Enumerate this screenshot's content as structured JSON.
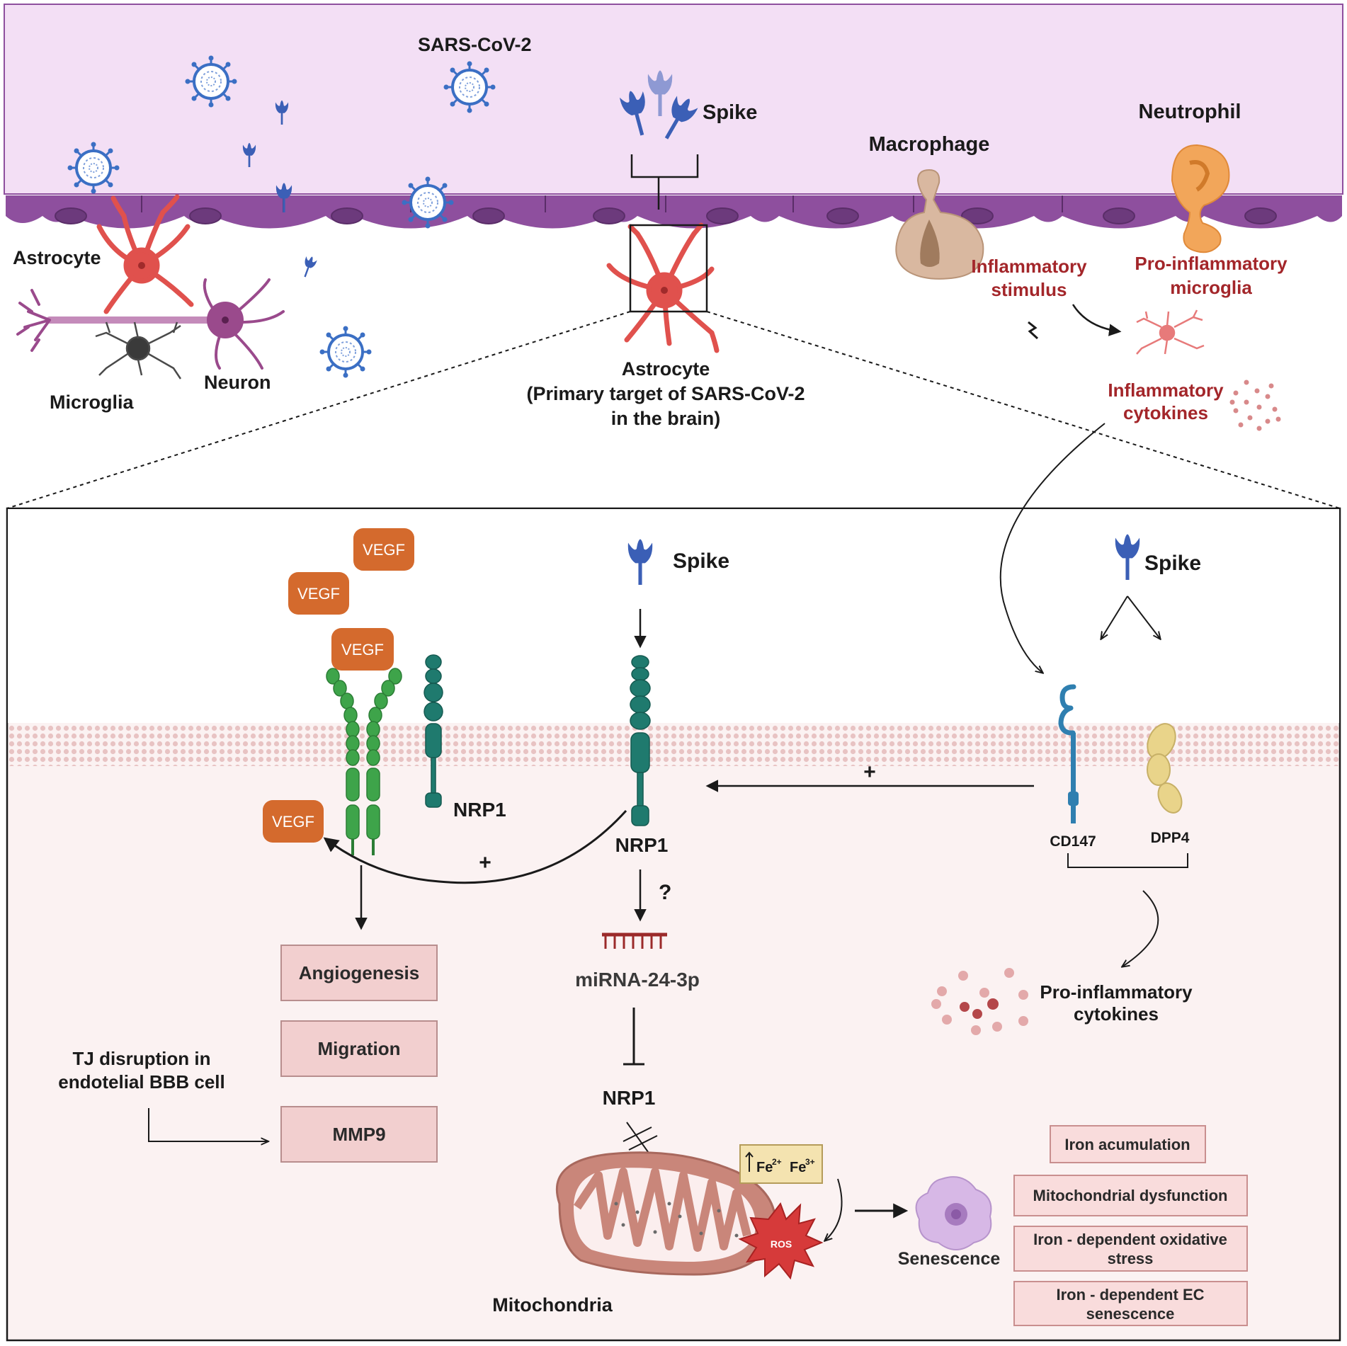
{
  "labels": {
    "sars_cov2": "SARS-CoV-2",
    "spike_top": "Spike",
    "macrophage": "Macrophage",
    "neutrophil": "Neutrophil",
    "astrocyte_left": "Astrocyte",
    "microglia": "Microglia",
    "neuron": "Neuron",
    "astrocyte_center_line1": "Astrocyte",
    "astrocyte_center_line2": "(Primary target of SARS-CoV-2",
    "astrocyte_center_line3": "in the brain)",
    "inflammatory_stimulus_line1": "Inflammatory",
    "inflammatory_stimulus_line2": "stimulus",
    "pro_inflammatory_microglia_line1": "Pro-inflammatory",
    "pro_inflammatory_microglia_line2": "microglia",
    "inflammatory_cytokines_line1": "Inflammatory",
    "inflammatory_cytokines_line2": "cytokines",
    "spike_center": "Spike",
    "spike_right": "Spike",
    "vegf": "VEGF",
    "nrp1_left": "NRP1",
    "nrp1_center": "NRP1",
    "nrp1_lower": "NRP1",
    "cd147": "CD147",
    "dpp4": "DPP4",
    "plus_left": "+",
    "plus_right": "+",
    "question": "?",
    "mirna": "miRNA-24-3p",
    "pro_cytokines_line1": "Pro-inflammatory",
    "pro_cytokines_line2": "cytokines",
    "tj_line1": "TJ disruption in",
    "tj_line2": "endotelial BBB cell",
    "fe_label": "Fe",
    "fe2_sup": "2+",
    "fe3_label": "Fe",
    "fe3_sup": "3+",
    "ros": "ROS",
    "senescence": "Senescence",
    "mitochondria": "Mitochondria"
  },
  "outcome_boxes": [
    "Angiogenesis",
    "Migration",
    "MMP9"
  ],
  "iron_boxes": {
    "iron_accumulation": "Iron acumulation",
    "mito_dysfunction": "Mitochondrial dysfunction",
    "oxidative_line1": "Iron - dependent oxidative",
    "oxidative_line2": "stress",
    "ec_line1": "Iron - dependent EC",
    "ec_line2": "senescence"
  },
  "colors": {
    "lumen": "#f3dff5",
    "endothelium": "#8e4f9e",
    "endothelium_nucleus": "#6c3a7c",
    "astrocyte": "#e0514d",
    "virus": "#3b6fc4",
    "spike": "#3b5fb6",
    "macrophage": "#d9b8a0",
    "neutrophil": "#f2a65a",
    "vegf": "#d46a2d",
    "vegfr": "#3ea44a",
    "nrp1": "#1f7a6e",
    "cd147": "#2f7fb0",
    "dpp4": "#e9d48a",
    "cytokine": "#b4474a",
    "mitochondria": "#c9867a",
    "ros": "#d63a3a",
    "membrane": "#e9c5c5",
    "cell_interior": "#fbf2f2",
    "outcome_box": "#f2cfcf",
    "inflammatory_text": "#a3262a"
  }
}
